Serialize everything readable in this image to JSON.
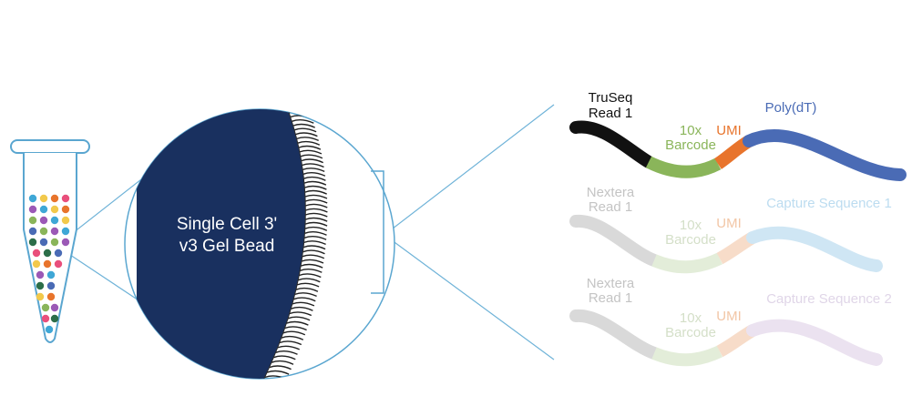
{
  "bead": {
    "label_line1": "Single Cell 3'",
    "label_line2": "v3 Gel Bead"
  },
  "oligos": [
    {
      "name": "truseq-oligo",
      "faded": false,
      "read_label_1": "TruSeq",
      "read_label_2": "Read 1",
      "barcode_label_1": "10x",
      "barcode_label_2": "Barcode",
      "umi_label": "UMI",
      "capture_label": "Poly(dT)",
      "colors": {
        "read": "#111111",
        "barcode": "#8ab55a",
        "umi": "#e8742c",
        "capture": "#4a6bb5"
      },
      "label_colors": {
        "read": "#111111",
        "barcode": "#8ab55a",
        "umi": "#e8742c",
        "capture": "#4a6bb5"
      }
    },
    {
      "name": "capture-seq-1-oligo",
      "faded": true,
      "read_label_1": "Nextera",
      "read_label_2": "Read 1",
      "barcode_label_1": "10x",
      "barcode_label_2": "Barcode",
      "umi_label": "UMI",
      "capture_label": "Capture Sequence 1",
      "colors": {
        "read": "#d9d9d9",
        "barcode": "#e3edd9",
        "umi": "#f7dcc9",
        "capture": "#cfe6f4"
      },
      "label_colors": {
        "read": "#c4c4c4",
        "barcode": "#d4dfc8",
        "umi": "#f2c6a6",
        "capture": "#bcdcf0"
      }
    },
    {
      "name": "capture-seq-2-oligo",
      "faded": true,
      "read_label_1": "Nextera",
      "read_label_2": "Read 1",
      "barcode_label_1": "10x",
      "barcode_label_2": "Barcode",
      "umi_label": "UMI",
      "capture_label": "Capture Sequence 2",
      "colors": {
        "read": "#d9d9d9",
        "barcode": "#e3edd9",
        "umi": "#f7dcc9",
        "capture": "#ebe2f0"
      },
      "label_colors": {
        "read": "#c4c4c4",
        "barcode": "#d4dfc8",
        "umi": "#f2c6a6",
        "capture": "#e0d6e8"
      }
    }
  ],
  "colors": {
    "bead_fill": "#19305f",
    "outline": "#5aa6d0",
    "tube_outline": "#5aa6d0",
    "zoom_line": "#6fb3d8",
    "bristle": "#222222"
  }
}
